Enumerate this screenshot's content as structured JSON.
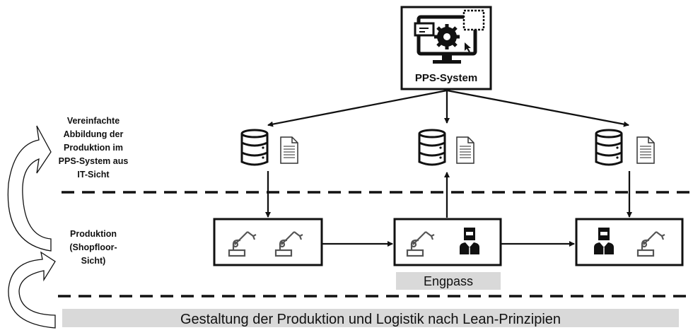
{
  "pps": {
    "label": "PPS-System"
  },
  "left_labels": {
    "it_view": [
      "Vereinfachte",
      "Abbildung der",
      "Produktion im",
      "PPS-System aus",
      "IT-Sicht"
    ],
    "shopfloor": [
      "Produktion",
      "(Shopfloor-",
      "Sicht)"
    ]
  },
  "bottleneck": {
    "label": "Engpass"
  },
  "footer": {
    "label": "Gestaltung der Produktion und Logistik nach Lean-Prinzipien"
  },
  "colors": {
    "stroke": "#111111",
    "gray_bar": "#d9d9d9"
  }
}
